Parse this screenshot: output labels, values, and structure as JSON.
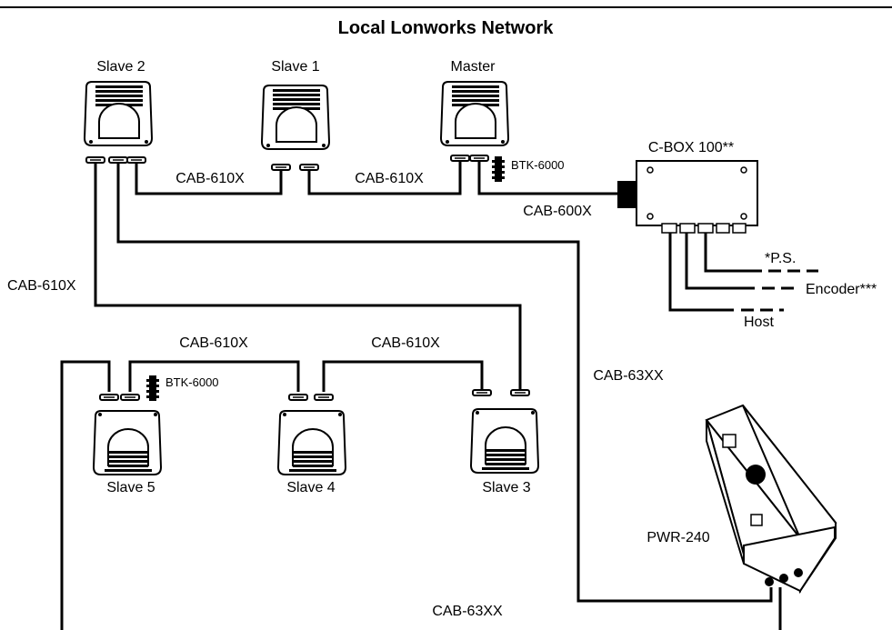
{
  "title": "Local Lonworks Network",
  "devices": {
    "slave2": "Slave 2",
    "slave1": "Slave 1",
    "master": "Master",
    "slave5": "Slave 5",
    "slave4": "Slave 4",
    "slave3": "Slave 3",
    "cbox": "C-BOX 100**",
    "pwr": "PWR-240"
  },
  "cables": {
    "s2_s1": "CAB-610X",
    "s1_master": "CAB-610X",
    "master_cbox": "CAB-600X",
    "s2_s3": "CAB-610X",
    "s5_s4": "CAB-610X",
    "s4_s3": "CAB-610X",
    "pwr_upper": "CAB-63XX",
    "pwr_lower": "CAB-63XX"
  },
  "terminators": {
    "top": "BTK-6000",
    "bottom": "BTK-6000"
  },
  "cbox_outputs": {
    "ps": "*P.S.",
    "encoder": "Encoder***",
    "host": "Host"
  }
}
